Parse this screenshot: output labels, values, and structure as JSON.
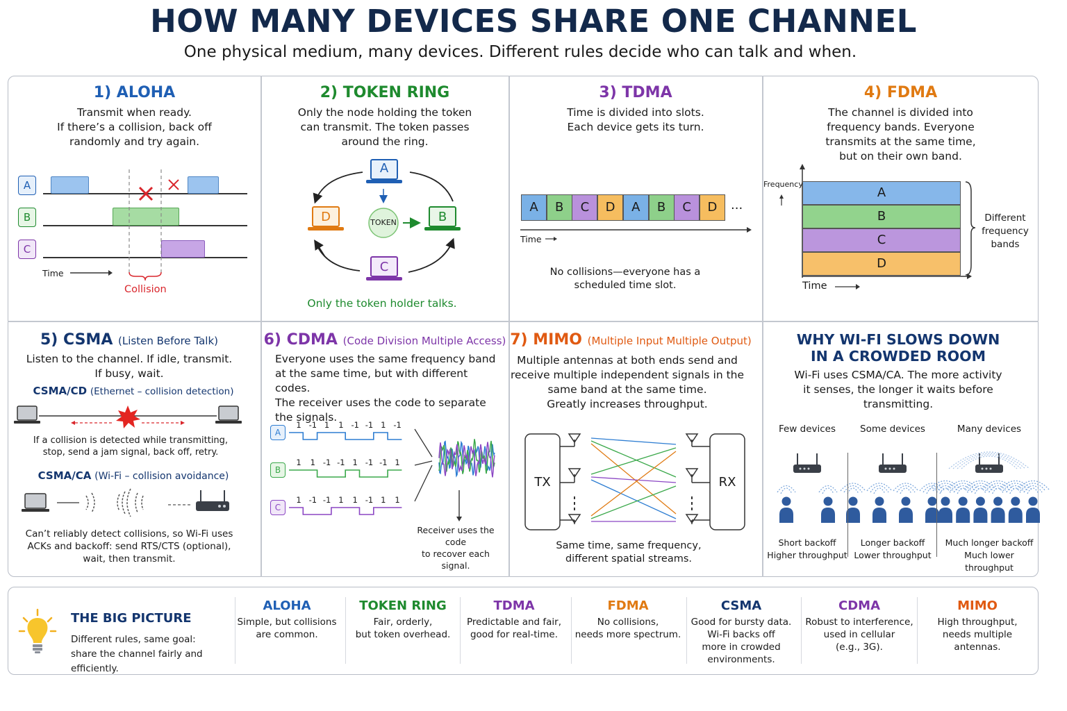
{
  "header": {
    "title": "HOW MANY DEVICES SHARE ONE CHANNEL",
    "subtitle": "One physical medium, many devices.  Different rules decide who can talk and when."
  },
  "colors": {
    "aloha": "#1f5fb4",
    "token": "#1e8a2e",
    "tdma": "#7d35a8",
    "fdma": "#e07a12",
    "csma": "#13356e",
    "cdma": "#7d35a8",
    "mimo": "#e05a12",
    "navy": "#13294b",
    "device_a": "#7ab1e6",
    "device_b": "#8ed08a",
    "device_c": "#b991dc",
    "device_d": "#f6bd5f",
    "collision": "#d9262c"
  },
  "aloha": {
    "title": "1) ALOHA",
    "desc": [
      "Transmit when ready.",
      "If there’s a collision, back off",
      "randomly and try again."
    ],
    "devices": [
      "A",
      "B",
      "C"
    ],
    "time_label": "Time",
    "collision_label": "Collision"
  },
  "token_ring": {
    "title": "2) TOKEN RING",
    "desc": [
      "Only the node holding the token",
      "can transmit. The token passes",
      "around the ring."
    ],
    "nodes": [
      "A",
      "B",
      "C",
      "D"
    ],
    "token_label": "TOKEN",
    "footer": "Only the token holder talks."
  },
  "tdma": {
    "title": "3) TDMA",
    "desc": [
      "Time is divided into slots.",
      "Each device gets its turn."
    ],
    "slots": [
      "A",
      "B",
      "C",
      "D",
      "A",
      "B",
      "C",
      "D"
    ],
    "ellipsis": "...",
    "time_label": "Time",
    "note": [
      "No collisions—everyone has a",
      "scheduled time slot."
    ]
  },
  "fdma": {
    "title": "4) FDMA",
    "desc": [
      "The channel is divided into",
      "frequency bands. Everyone",
      "transmits at the same time,",
      "but on their own band."
    ],
    "frequency_label": "Frequency",
    "bands": [
      "A",
      "B",
      "C",
      "D"
    ],
    "time_label": "Time",
    "brace_label": [
      "Different",
      "frequency",
      "bands"
    ]
  },
  "csma": {
    "title": "5) CSMA",
    "title_sub": "(Listen Before Talk)",
    "desc": [
      "Listen to the channel. If idle, transmit.",
      "If busy, wait."
    ],
    "cd_title": "CSMA/CD",
    "cd_sub": "(Ethernet – collision detection)",
    "cd_desc": [
      "If a collision is detected while transmitting,",
      "stop, send a jam signal, back off, retry."
    ],
    "ca_title": "CSMA/CA",
    "ca_sub": "(Wi-Fi – collision avoidance)",
    "ca_desc": [
      "Can’t reliably detect collisions, so Wi-Fi uses",
      "ACKs and backoff: send RTS/CTS (optional),",
      "wait, then transmit."
    ]
  },
  "cdma": {
    "title": "6) CDMA",
    "title_sub": "(Code Division Multiple Access)",
    "desc": [
      "Everyone uses the same frequency band",
      "at the same time, but with different codes.",
      "The receiver uses the code to separate",
      "the signals."
    ],
    "codes": [
      {
        "device": "A",
        "chips": [
          "1",
          "-1",
          "1",
          "1",
          "-1",
          "-1",
          "1",
          "-1"
        ]
      },
      {
        "device": "B",
        "chips": [
          "1",
          "1",
          "-1",
          "-1",
          "1",
          "-1",
          "-1",
          "1"
        ]
      },
      {
        "device": "C",
        "chips": [
          "1",
          "-1",
          "-1",
          "1",
          "1",
          "-1",
          "1",
          "1"
        ]
      }
    ],
    "receiver_note": [
      "Receiver uses the code",
      "to recover each signal."
    ]
  },
  "mimo": {
    "title": "7) MIMO",
    "title_sub": "(Multiple Input Multiple Output)",
    "desc": [
      "Multiple antennas at both ends send and",
      "receive multiple independent signals in the",
      "same band at the same time.",
      "Greatly increases throughput."
    ],
    "tx_label": "TX",
    "rx_label": "RX",
    "footer": [
      "Same time, same frequency,",
      "different spatial streams."
    ]
  },
  "wifi": {
    "title": [
      "WHY WI-FI SLOWS DOWN",
      "IN A CROWDED ROOM"
    ],
    "desc": [
      "Wi-Fi uses CSMA/CA. The more activity",
      "it senses, the longer it waits before",
      "transmitting."
    ],
    "columns": [
      {
        "label": "Few devices",
        "people": 2,
        "caption": [
          "Short backoff",
          "Higher throughput"
        ]
      },
      {
        "label": "Some devices",
        "people": 4,
        "caption": [
          "Longer backoff",
          "Lower throughput"
        ]
      },
      {
        "label": "Many devices",
        "people": 6,
        "caption": [
          "Much longer backoff",
          "Much lower throughput"
        ]
      }
    ]
  },
  "big_picture": {
    "title": "THE BIG PICTURE",
    "desc": [
      "Different rules, same goal:",
      "share the channel fairly and efficiently."
    ],
    "items": [
      {
        "name": "ALOHA",
        "text": [
          "Simple, but collisions",
          "are common."
        ]
      },
      {
        "name": "TOKEN RING",
        "text": [
          "Fair, orderly,",
          "but token overhead."
        ]
      },
      {
        "name": "TDMA",
        "text": [
          "Predictable and fair,",
          "good for real-time."
        ]
      },
      {
        "name": "FDMA",
        "text": [
          "No collisions,",
          "needs more spectrum."
        ]
      },
      {
        "name": "CSMA",
        "text": [
          "Good for bursty data.",
          "Wi-Fi backs off",
          "more in crowded",
          "environments."
        ]
      },
      {
        "name": "CDMA",
        "text": [
          "Robust to interference,",
          "used in cellular",
          "(e.g., 3G)."
        ]
      },
      {
        "name": "MIMO",
        "text": [
          "High throughput,",
          "needs multiple",
          "antennas."
        ]
      }
    ]
  }
}
